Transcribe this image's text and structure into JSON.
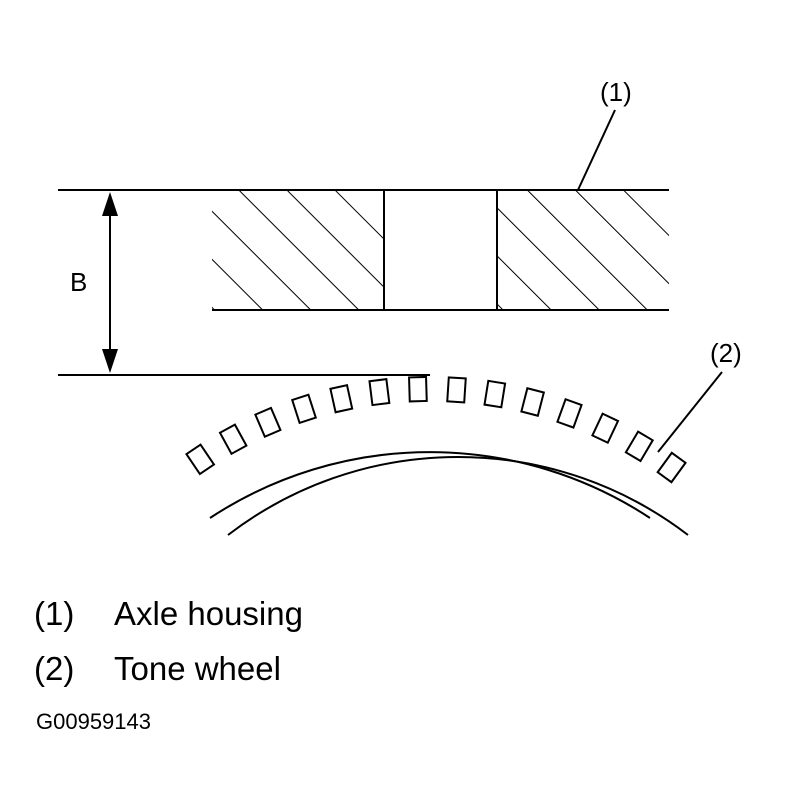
{
  "diagram": {
    "callout_1": "(1)",
    "callout_2": "(2)",
    "dimension_label": "B",
    "tone_wheel_teeth": 14
  },
  "legend": [
    {
      "number": "(1)",
      "text": "Axle housing"
    },
    {
      "number": "(2)",
      "text": "Tone wheel"
    }
  ],
  "figure_code": "G00959143",
  "colors": {
    "line": "#000000",
    "background": "#ffffff"
  }
}
